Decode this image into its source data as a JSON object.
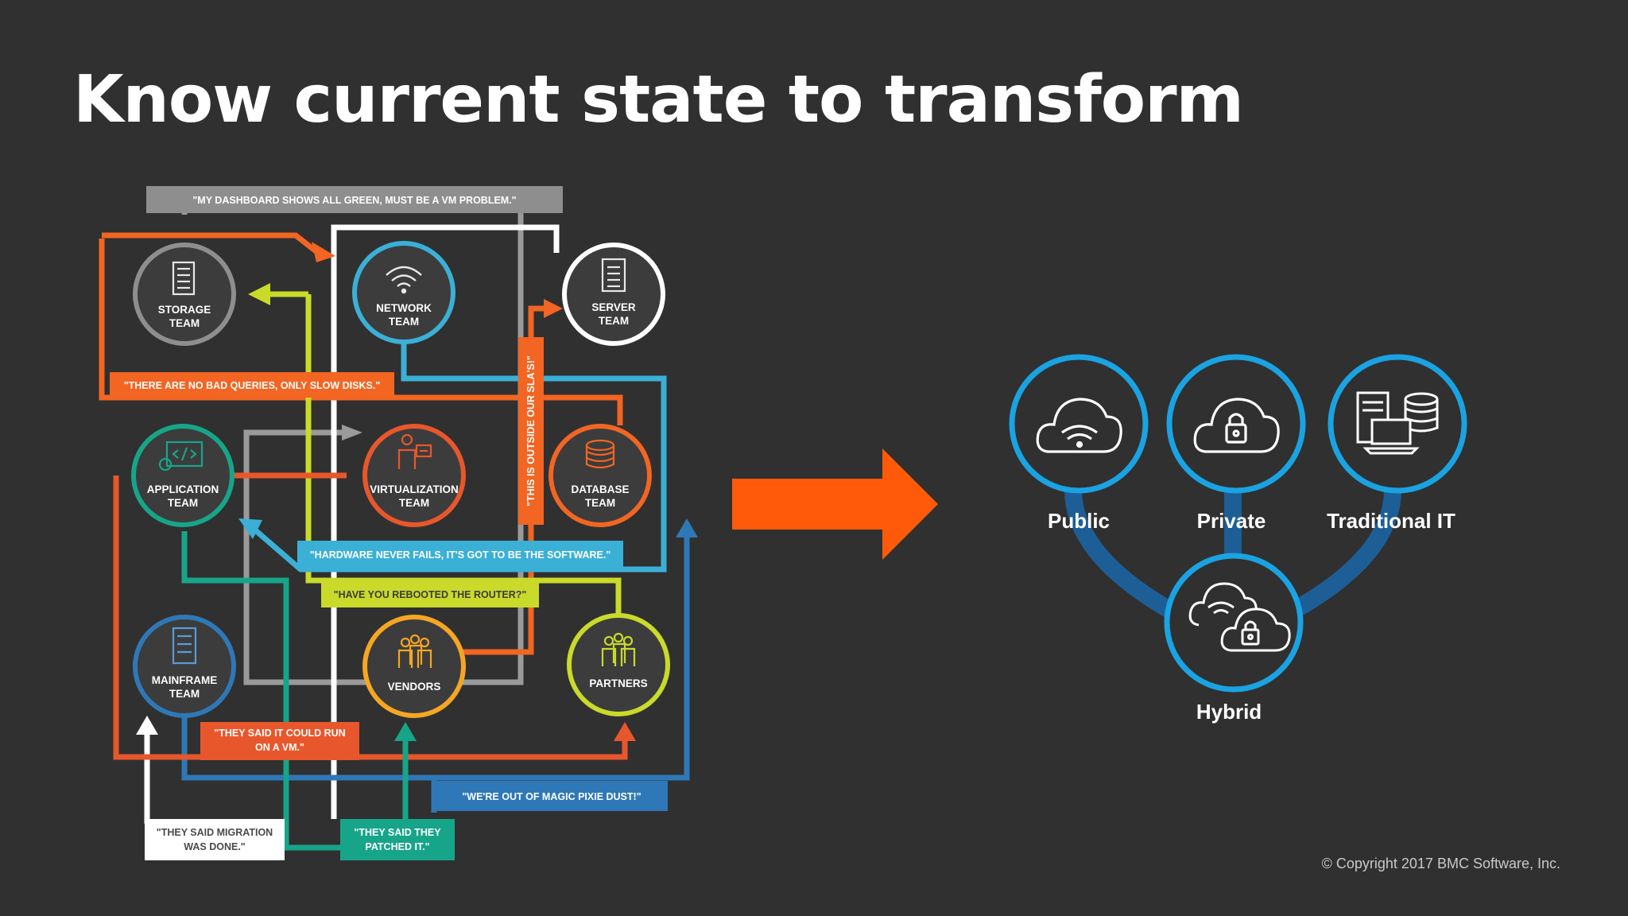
{
  "title": "Know current state to transform",
  "copyright": "© Copyright 2017 BMC Software, Inc.",
  "colors": {
    "background": "#303030",
    "orange": "#f26522",
    "red_orange": "#e8572b",
    "yellow_green": "#c9da2a",
    "teal": "#17a589",
    "blue_light": "#3bb0d6",
    "blue_dark": "#2f78b7",
    "gray": "#9a9a9a",
    "white": "#ffffff",
    "arrow": "#ff5a09",
    "cloud_ring": "#1aa3e2",
    "connector": "#1d5e96"
  },
  "infographic": {
    "teams": [
      {
        "line1": "STORAGE",
        "line2": "TEAM",
        "icon": "server-rack-icon"
      },
      {
        "line1": "NETWORK",
        "line2": "TEAM",
        "icon": "wifi-icon"
      },
      {
        "line1": "SERVER",
        "line2": "TEAM",
        "icon": "document-icon"
      },
      {
        "line1": "APPLICATION",
        "line2": "TEAM",
        "icon": "code-icon"
      },
      {
        "line1": "VIRTUALIZATION",
        "line2": "TEAM",
        "icon": "presenter-icon"
      },
      {
        "line1": "DATABASE",
        "line2": "TEAM",
        "icon": "database-icon"
      },
      {
        "line1": "MAINFRAME",
        "line2": "TEAM",
        "icon": "mainframe-icon"
      },
      {
        "line1": "VENDORS",
        "line2": "",
        "icon": "people-icon"
      },
      {
        "line1": "PARTNERS",
        "line2": "",
        "icon": "people-icon"
      }
    ],
    "quotes": {
      "dashboard": "\"MY DASHBOARD SHOWS ALL GREEN, MUST BE A VM PROBLEM.\"",
      "queries": "\"THERE ARE NO BAD QUERIES, ONLY SLOW DISKS.\"",
      "sla": "\"THIS IS OUTSIDE OUR SLA'S!\"",
      "hardware": "\"HARDWARE NEVER FAILS, IT'S GOT TO BE THE SOFTWARE.\"",
      "router": "\"HAVE YOU REBOOTED THE ROUTER?\"",
      "vm_line1": "\"THEY SAID IT COULD RUN",
      "vm_line2": "ON A VM.\"",
      "pixie": "\"WE'RE OUT OF MAGIC PIXIE DUST!\"",
      "migration_line1": "\"THEY SAID MIGRATION",
      "migration_line2": "WAS DONE.\"",
      "patched_line1": "\"THEY SAID THEY",
      "patched_line2": "PATCHED IT.\""
    }
  },
  "cloud_options": {
    "public": {
      "label": "Public",
      "icon": "cloud-wifi-icon"
    },
    "private": {
      "label": "Private",
      "icon": "cloud-lock-icon"
    },
    "traditional": {
      "label": "Traditional IT",
      "icon": "servers-laptop-icon"
    },
    "hybrid": {
      "label": "Hybrid",
      "icon": "hybrid-clouds-icon"
    }
  }
}
